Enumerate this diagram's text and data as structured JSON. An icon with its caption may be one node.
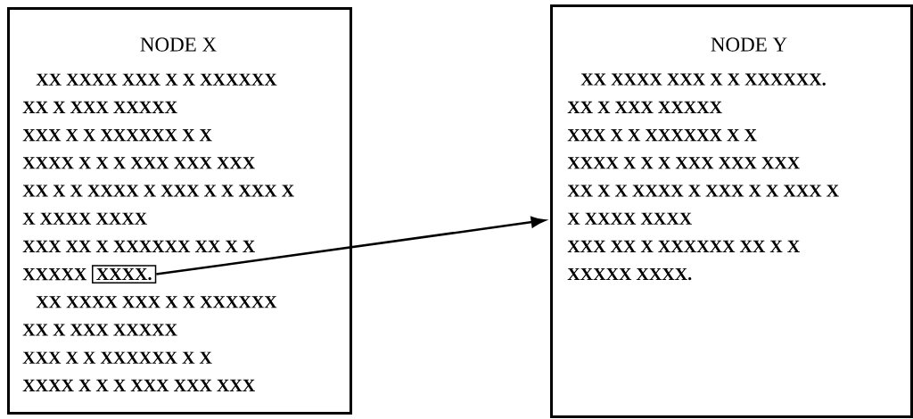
{
  "diagram": {
    "nodes": [
      {
        "text": [
          "NODE X",
          "XX XXXX XXX X X XXXXXX",
          "XX X XXX XXXXX",
          "XXX X X XXXXXX X X",
          "XXXX X X X XXX  XXX XXX",
          "XX X X XXXX X XXX X X XXX X",
          "X XXXX XXXX",
          "XXX XX X XXXXXX XX X X",
          "XXXXX",
          "XX XXXX XXX X X XXXXXX",
          "XX X XXX XXXXX",
          "XXX X X XXXXXX X X",
          "XXXX X X X XXX  XXX XXX"
        ]
      },
      {
        "text": [
          "XXXX."
        ],
        "in": 0
      },
      {
        "text": [
          "NODE Y",
          "XX XXXX XXX X X XXXXXX.",
          "XX X XXX XXXXX",
          "XXX X X XXXXXX X X",
          "XXXX X X X XXX  XXX XXX",
          "XX X X XXXX X XXX X X XXX X",
          "X XXXX XXXX",
          "XXX XX X XXXXXX XX X X",
          "XXXXX XXXX."
        ]
      }
    ],
    "edges": [
      {
        "from": 1,
        "to": 2,
        "arrow": "to"
      }
    ]
  }
}
